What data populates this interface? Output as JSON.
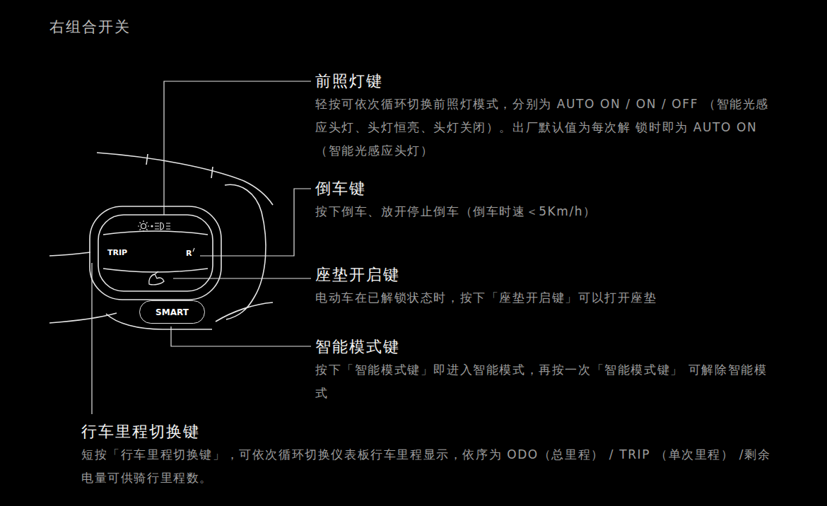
{
  "diagram": {
    "title": "右组合开关",
    "nodes": [
      {
        "text": [
          "SMART"
        ]
      }
    ],
    "edges": [],
    "labels": [
      "TRIP",
      "R",
      "前照灯键",
      "轻按可依次循环切换前照灯模式，分别为 AUTO ON / ON / OFF （智能光感应头灯、头灯恒亮、头灯关闭）。出厂默认值为每次解 锁时即为 AUTO ON（智能光感应头灯）",
      "倒车键",
      "按下倒车、放开停止倒车（倒车时速＜5Km/h）",
      "座垫开启键",
      "电动车在已解锁状态时，按下「座垫开启键」可以打开座垫",
      "智能模式键",
      "按下「智能模式键」即进入智能模式，再按一次「智能模式键」 可解除智能模式",
      "行车里程切换键",
      "短按「行车里程切换键」，可依次循环切换仪表板行车里程显示，依序为 ODO（总里程） / TRIP （单次里程） /剩余电量可供骑行里程数。"
    ]
  }
}
